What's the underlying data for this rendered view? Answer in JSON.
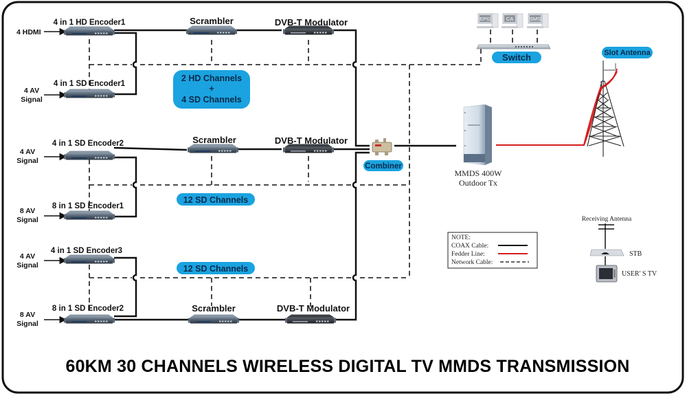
{
  "title": "60KM 30 CHANNELS WIRELESS DIGITAL TV  MMDS TRANSMISSION",
  "groups": [
    {
      "pill": [
        "2 HD Channels",
        "+",
        "4 SD Channels"
      ],
      "inputs": [
        {
          "label": [
            "4 HDMI"
          ],
          "encoder": "4 in 1 HD Encoder1"
        },
        {
          "label": [
            "4 AV",
            "Signal"
          ],
          "encoder": "4 in 1 SD Encoder1"
        }
      ],
      "scrambler": "Scrambler",
      "modulator": "DVB-T Modulator"
    },
    {
      "pill": [
        "12 SD Channels"
      ],
      "inputs": [
        {
          "label": [
            "4 AV",
            "Signal"
          ],
          "encoder": "4 in 1 SD Encoder2"
        },
        {
          "label": [
            "8 AV",
            "Signal"
          ],
          "encoder": "8 in 1 SD Encoder1"
        }
      ],
      "scrambler": "Scrambler",
      "modulator": "DVB-T Modulator"
    },
    {
      "pill": [
        "12 SD Channels"
      ],
      "inputs": [
        {
          "label": [
            "4 AV",
            "Signal"
          ],
          "encoder": "4 in 1 SD Encoder3"
        },
        {
          "label": [
            "8 AV",
            "Signal"
          ],
          "encoder": "8 in 1 SD Encoder2"
        }
      ],
      "scrambler": "Scrambler",
      "modulator": "DVB-T Modulator"
    }
  ],
  "combiner": "Combiner",
  "switch": "Switch",
  "servers": [
    "EPG",
    "CA",
    "SMS"
  ],
  "transmitter": [
    "MMDS 400W",
    "Outdoor Tx"
  ],
  "antenna": "Slot Antenna",
  "receiver": {
    "antenna": "Receiving Antenna",
    "stb": "STB",
    "tv": "USER' S TV"
  },
  "note": {
    "title": "NOTE:",
    "items": [
      {
        "label": "COAX Cable:",
        "style": "coax"
      },
      {
        "label": "Fedder Line:",
        "style": "feeder"
      },
      {
        "label": "Network Cable:",
        "style": "network"
      }
    ]
  },
  "colors": {
    "pill": "#1aa3e0",
    "feeder": "#d41f1f",
    "coax": "#111111",
    "network": "#333333",
    "frame": "#111111"
  }
}
